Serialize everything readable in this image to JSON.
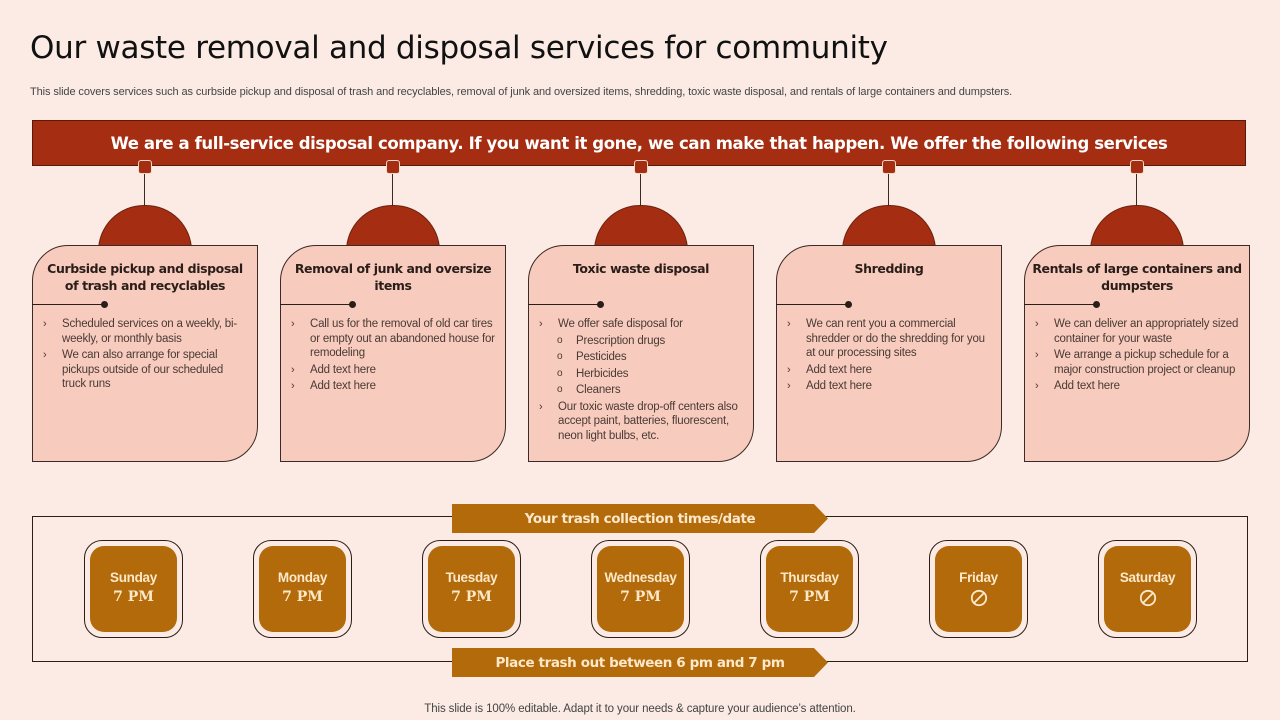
{
  "title": "Our waste removal and disposal services for community",
  "subtitle": "This slide covers services such as curbside pickup and disposal of trash and recyclables, removal of junk and oversized items, shredding, toxic waste disposal, and rentals of large containers and dumpsters.",
  "banner": "We are a full-service disposal company. If you want it gone, we can make that happen. We offer the following services",
  "colors": {
    "background": "#fbebe4",
    "banner": "#a52d11",
    "card": "#f7cbbd",
    "schedule_accent": "#b26a0b",
    "schedule_text": "#fde9c9"
  },
  "services": [
    {
      "title": "Curbside pickup and disposal of trash and recyclables",
      "items": [
        {
          "level": 1,
          "text": "Scheduled services on a weekly, bi-weekly, or monthly basis"
        },
        {
          "level": 1,
          "text": "We can also arrange for special pickups outside of our scheduled truck runs"
        }
      ]
    },
    {
      "title": "Removal of junk and oversize items",
      "items": [
        {
          "level": 1,
          "text": "Call us for the removal of old car tires or empty out an abandoned house for remodeling"
        },
        {
          "level": 1,
          "text": "Add text here"
        },
        {
          "level": 1,
          "text": "Add text here"
        }
      ]
    },
    {
      "title": "Toxic waste disposal",
      "items": [
        {
          "level": 1,
          "text": "We offer safe disposal for"
        },
        {
          "level": 2,
          "text": "Prescription drugs"
        },
        {
          "level": 2,
          "text": "Pesticides"
        },
        {
          "level": 2,
          "text": "Herbicides"
        },
        {
          "level": 2,
          "text": "Cleaners"
        },
        {
          "level": 1,
          "text": "Our toxic waste drop-off centers also accept paint, batteries, fluorescent, neon light bulbs, etc."
        }
      ]
    },
    {
      "title": "Shredding",
      "items": [
        {
          "level": 1,
          "text": "We can rent you a commercial shredder or do the shredding for you at our processing sites"
        },
        {
          "level": 1,
          "text": "Add text here"
        },
        {
          "level": 1,
          "text": "Add text here"
        }
      ]
    },
    {
      "title": "Rentals of large containers and dumpsters",
      "items": [
        {
          "level": 1,
          "text": "We can deliver an appropriately sized container for your waste"
        },
        {
          "level": 1,
          "text": "We arrange a pickup schedule for a major construction project or cleanup"
        },
        {
          "level": 1,
          "text": "Add text here"
        }
      ]
    }
  ],
  "schedule": {
    "header": "Your trash collection times/date",
    "footer_note": "Place trash out between 6 pm and 7 pm",
    "days": [
      {
        "day": "Sunday",
        "time": "7 PM",
        "icon": null
      },
      {
        "day": "Monday",
        "time": "7 PM",
        "icon": null
      },
      {
        "day": "Tuesday",
        "time": "7 PM",
        "icon": null
      },
      {
        "day": "Wednesday",
        "time": "7 PM",
        "icon": null
      },
      {
        "day": "Thursday",
        "time": "7 PM",
        "icon": null
      },
      {
        "day": "Friday",
        "time": null,
        "icon": "no-service-icon"
      },
      {
        "day": "Saturday",
        "time": null,
        "icon": "no-service-icon"
      }
    ]
  },
  "footer": "This slide is 100% editable. Adapt it to your needs & capture your audience’s attention.",
  "icons": {
    "bullet": "›",
    "sub_bullet": "o"
  }
}
